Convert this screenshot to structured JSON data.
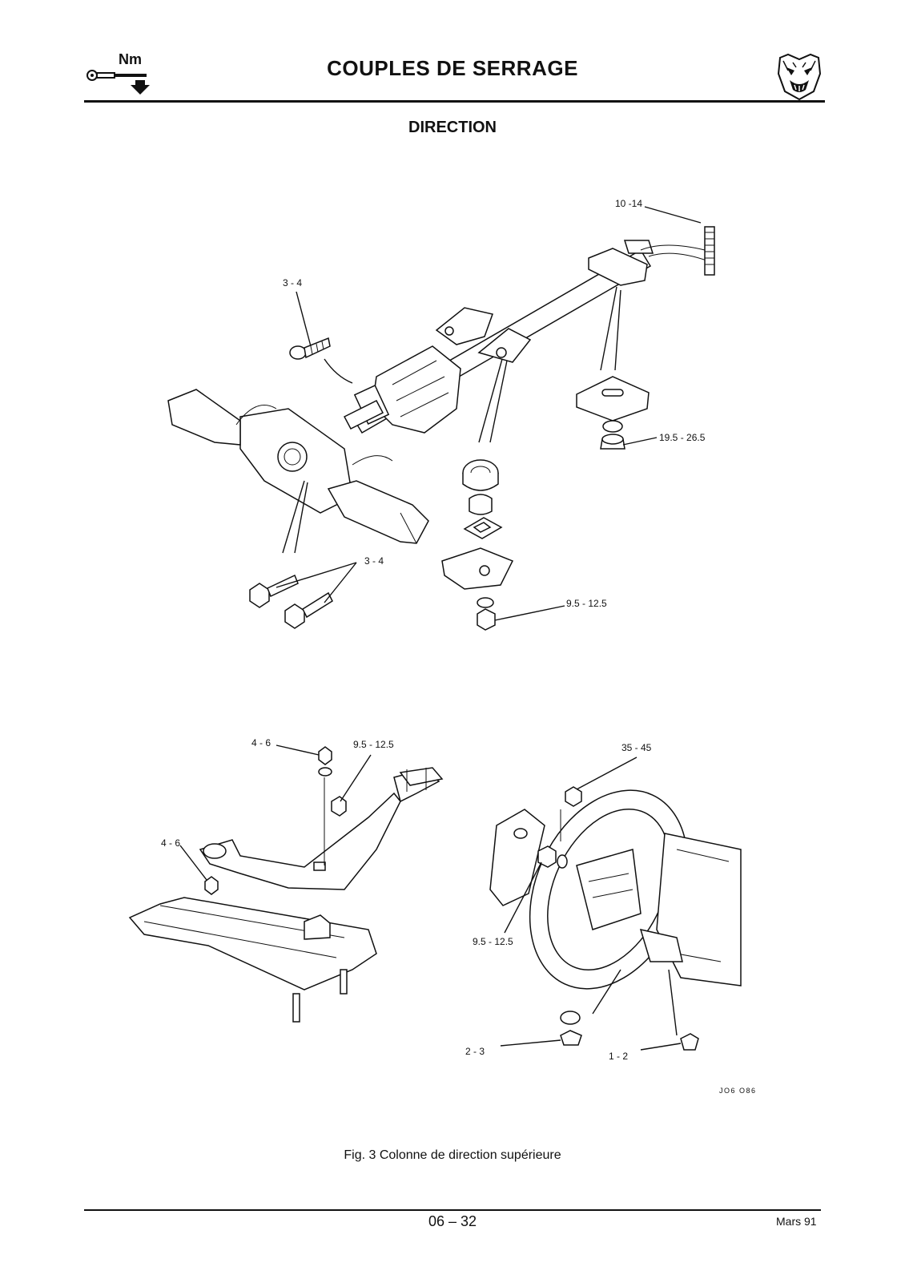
{
  "header": {
    "unit_label": "Nm",
    "title": "COUPLES DE SERRAGE",
    "logo_icon": "jaguar-head-icon",
    "torque_icon": "torque-wrench-icon"
  },
  "section": {
    "title": "DIRECTION"
  },
  "callouts": {
    "top_column_mount": "10 -14",
    "screw_left_top": "3 - 4",
    "bolts_left": "3 - 4",
    "bracket_right_nut": "19.5 - 26.5",
    "lower_mount_nut": "9.5 - 12.5",
    "lever_nut_top": "4 - 6",
    "lever_nut_mid": "9.5 - 12.5",
    "lever_screw_left": "4 - 6",
    "wheel_nut": "35 - 45",
    "wheel_pad_nut": "9.5 - 12.5",
    "wheel_screw_left": "2 - 3",
    "wheel_screw_right": "1 - 2"
  },
  "figure": {
    "code": "JO6 O86",
    "caption": "Fig. 3 Colonne de direction supérieure"
  },
  "footer": {
    "page_number": "06 – 32",
    "date": "Mars 91"
  }
}
